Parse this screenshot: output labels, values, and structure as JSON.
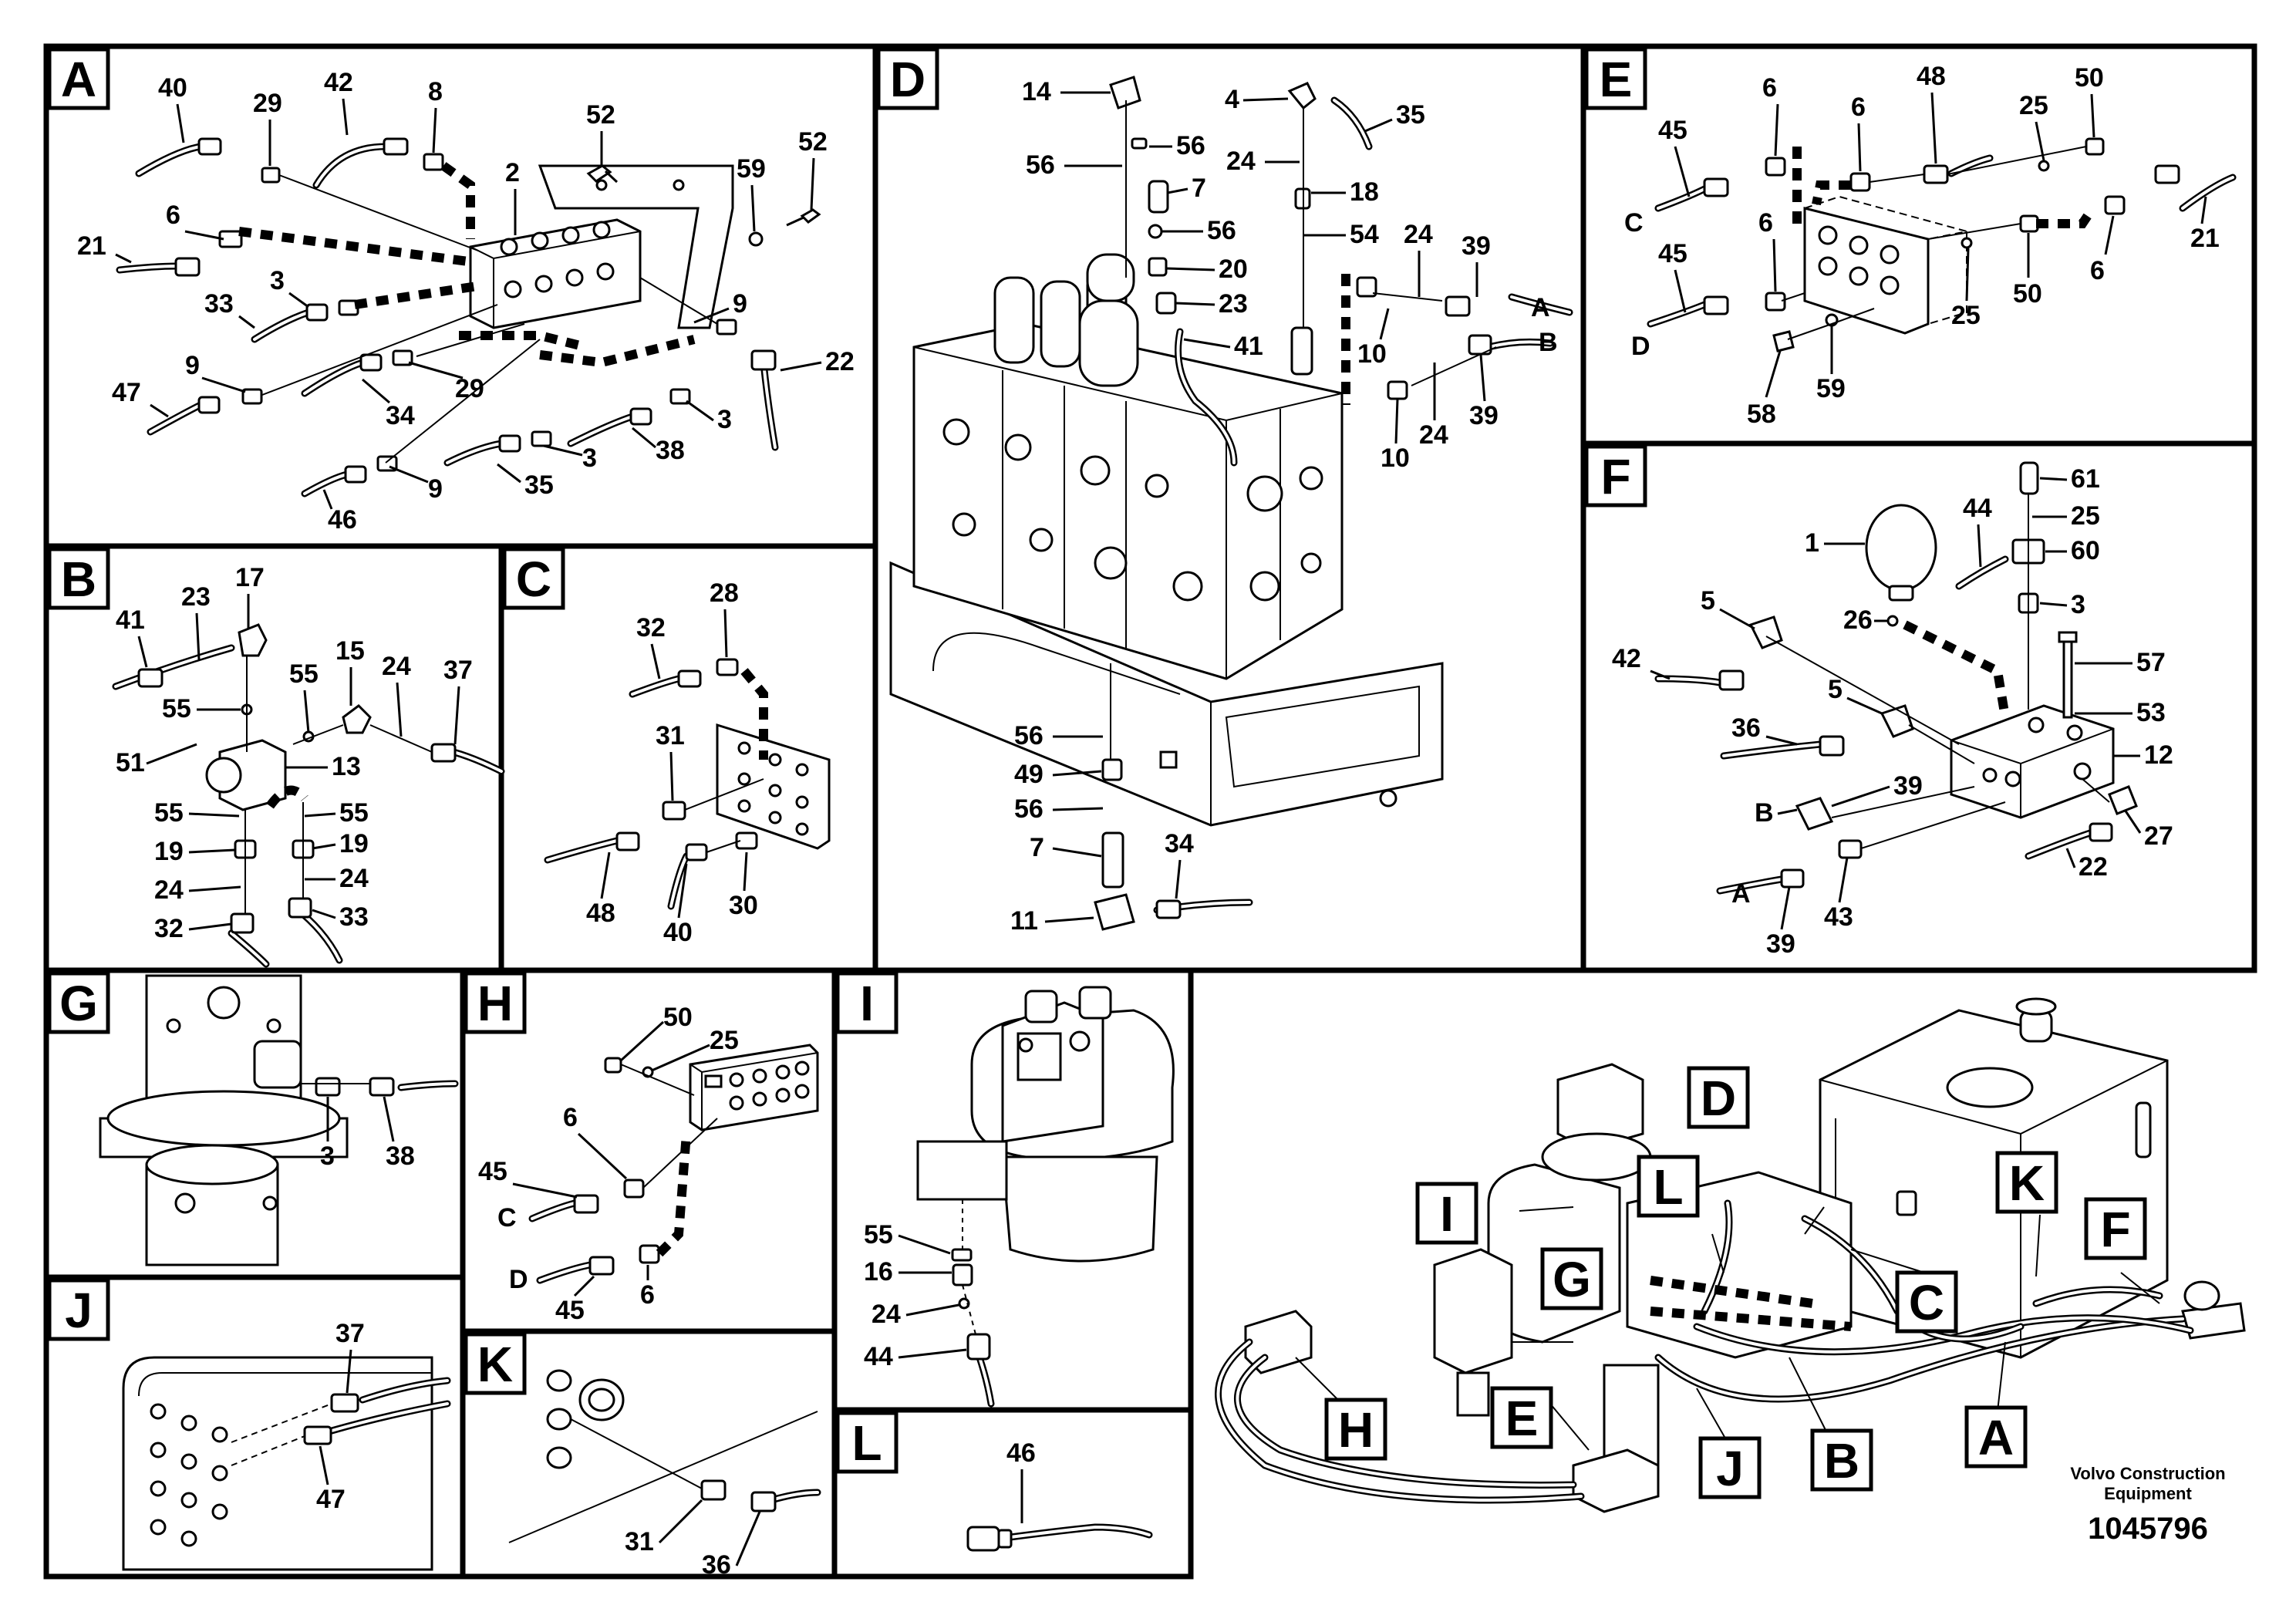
{
  "panels": [
    {
      "id": "A",
      "letter": "A"
    },
    {
      "id": "B",
      "letter": "B"
    },
    {
      "id": "C",
      "letter": "C"
    },
    {
      "id": "D",
      "letter": "D"
    },
    {
      "id": "E",
      "letter": "E"
    },
    {
      "id": "F",
      "letter": "F"
    },
    {
      "id": "G",
      "letter": "G"
    },
    {
      "id": "H",
      "letter": "H"
    },
    {
      "id": "I",
      "letter": "I"
    },
    {
      "id": "J",
      "letter": "J"
    },
    {
      "id": "K",
      "letter": "K"
    },
    {
      "id": "L",
      "letter": "L"
    }
  ],
  "callouts": {
    "A": [
      "40",
      "29",
      "42",
      "8",
      "52",
      "2",
      "59",
      "52",
      "6",
      "21",
      "3",
      "33",
      "9",
      "47",
      "34",
      "29",
      "9",
      "22",
      "3",
      "38",
      "35",
      "3",
      "46",
      "9"
    ],
    "B": [
      "17",
      "41",
      "23",
      "55",
      "15",
      "24",
      "37",
      "55",
      "51",
      "13",
      "55",
      "55",
      "19",
      "19",
      "24",
      "24",
      "32",
      "33"
    ],
    "C": [
      "32",
      "28",
      "31",
      "48",
      "40",
      "30"
    ],
    "D": [
      "14",
      "4",
      "35",
      "56",
      "56",
      "24",
      "18",
      "7",
      "56",
      "54",
      "24",
      "39",
      "20",
      "23",
      "A",
      "41",
      "10",
      "B",
      "10",
      "24",
      "39",
      "56",
      "49",
      "56",
      "7",
      "34",
      "11"
    ],
    "E": [
      "48",
      "50",
      "6",
      "6",
      "45",
      "25",
      "C",
      "21",
      "45",
      "6",
      "6",
      "50",
      "25",
      "D",
      "58",
      "59"
    ],
    "F": [
      "61",
      "25",
      "44",
      "1",
      "60",
      "3",
      "5",
      "26",
      "57",
      "42",
      "53",
      "5",
      "36",
      "12",
      "39",
      "B",
      "27",
      "A",
      "22",
      "39",
      "43"
    ],
    "G": [
      "3",
      "38"
    ],
    "H": [
      "50",
      "25",
      "6",
      "45",
      "C",
      "D",
      "45",
      "6"
    ],
    "I": [
      "55",
      "16",
      "24",
      "44"
    ],
    "J": [
      "37",
      "47"
    ],
    "K": [
      "31",
      "36"
    ],
    "L": [
      "46"
    ]
  },
  "overview": {
    "labels": [
      "D",
      "I",
      "L",
      "K",
      "F",
      "G",
      "C",
      "E",
      "J",
      "B",
      "A",
      "H"
    ],
    "brand": "Volvo Construction Equipment",
    "brand_line1": "Volvo Construction",
    "brand_line2": "Equipment",
    "doc_number": "1045796"
  }
}
